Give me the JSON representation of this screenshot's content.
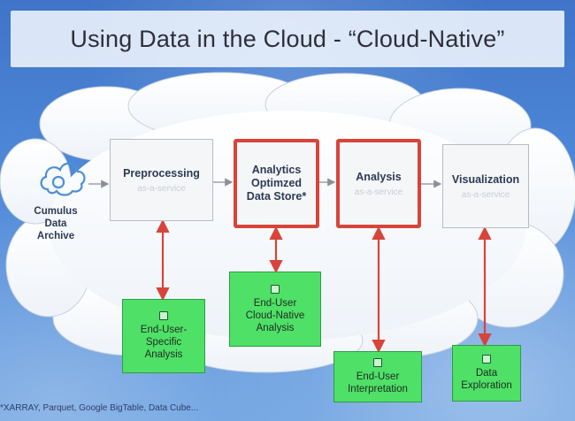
{
  "title": "Using Data in the Cloud - “Cloud-Native”",
  "archive": {
    "label": "Cumulus\nData\nArchive"
  },
  "stages": [
    {
      "title": "Preprocessing",
      "subtitle": "as-a-service"
    },
    {
      "title": "Analytics\nOptimzed\nData Store*",
      "subtitle": ""
    },
    {
      "title": "Analysis",
      "subtitle": "as-a-service"
    },
    {
      "title": "Visualization",
      "subtitle": "as-a-service"
    }
  ],
  "outputs": [
    {
      "label": "End-User-\nSpecific\nAnalysis"
    },
    {
      "label": "End-User\nCloud-Native\nAnalysis"
    },
    {
      "label": "End-User\nInterpretation"
    },
    {
      "label": "Data\nExploration"
    }
  ],
  "footnote": "*XARRAY, Parquet, Google BigTable, Data Cube...",
  "colors": {
    "highlight": "#d8443a",
    "output_green": "#4fe067",
    "arrow_red": "#d8443a"
  }
}
